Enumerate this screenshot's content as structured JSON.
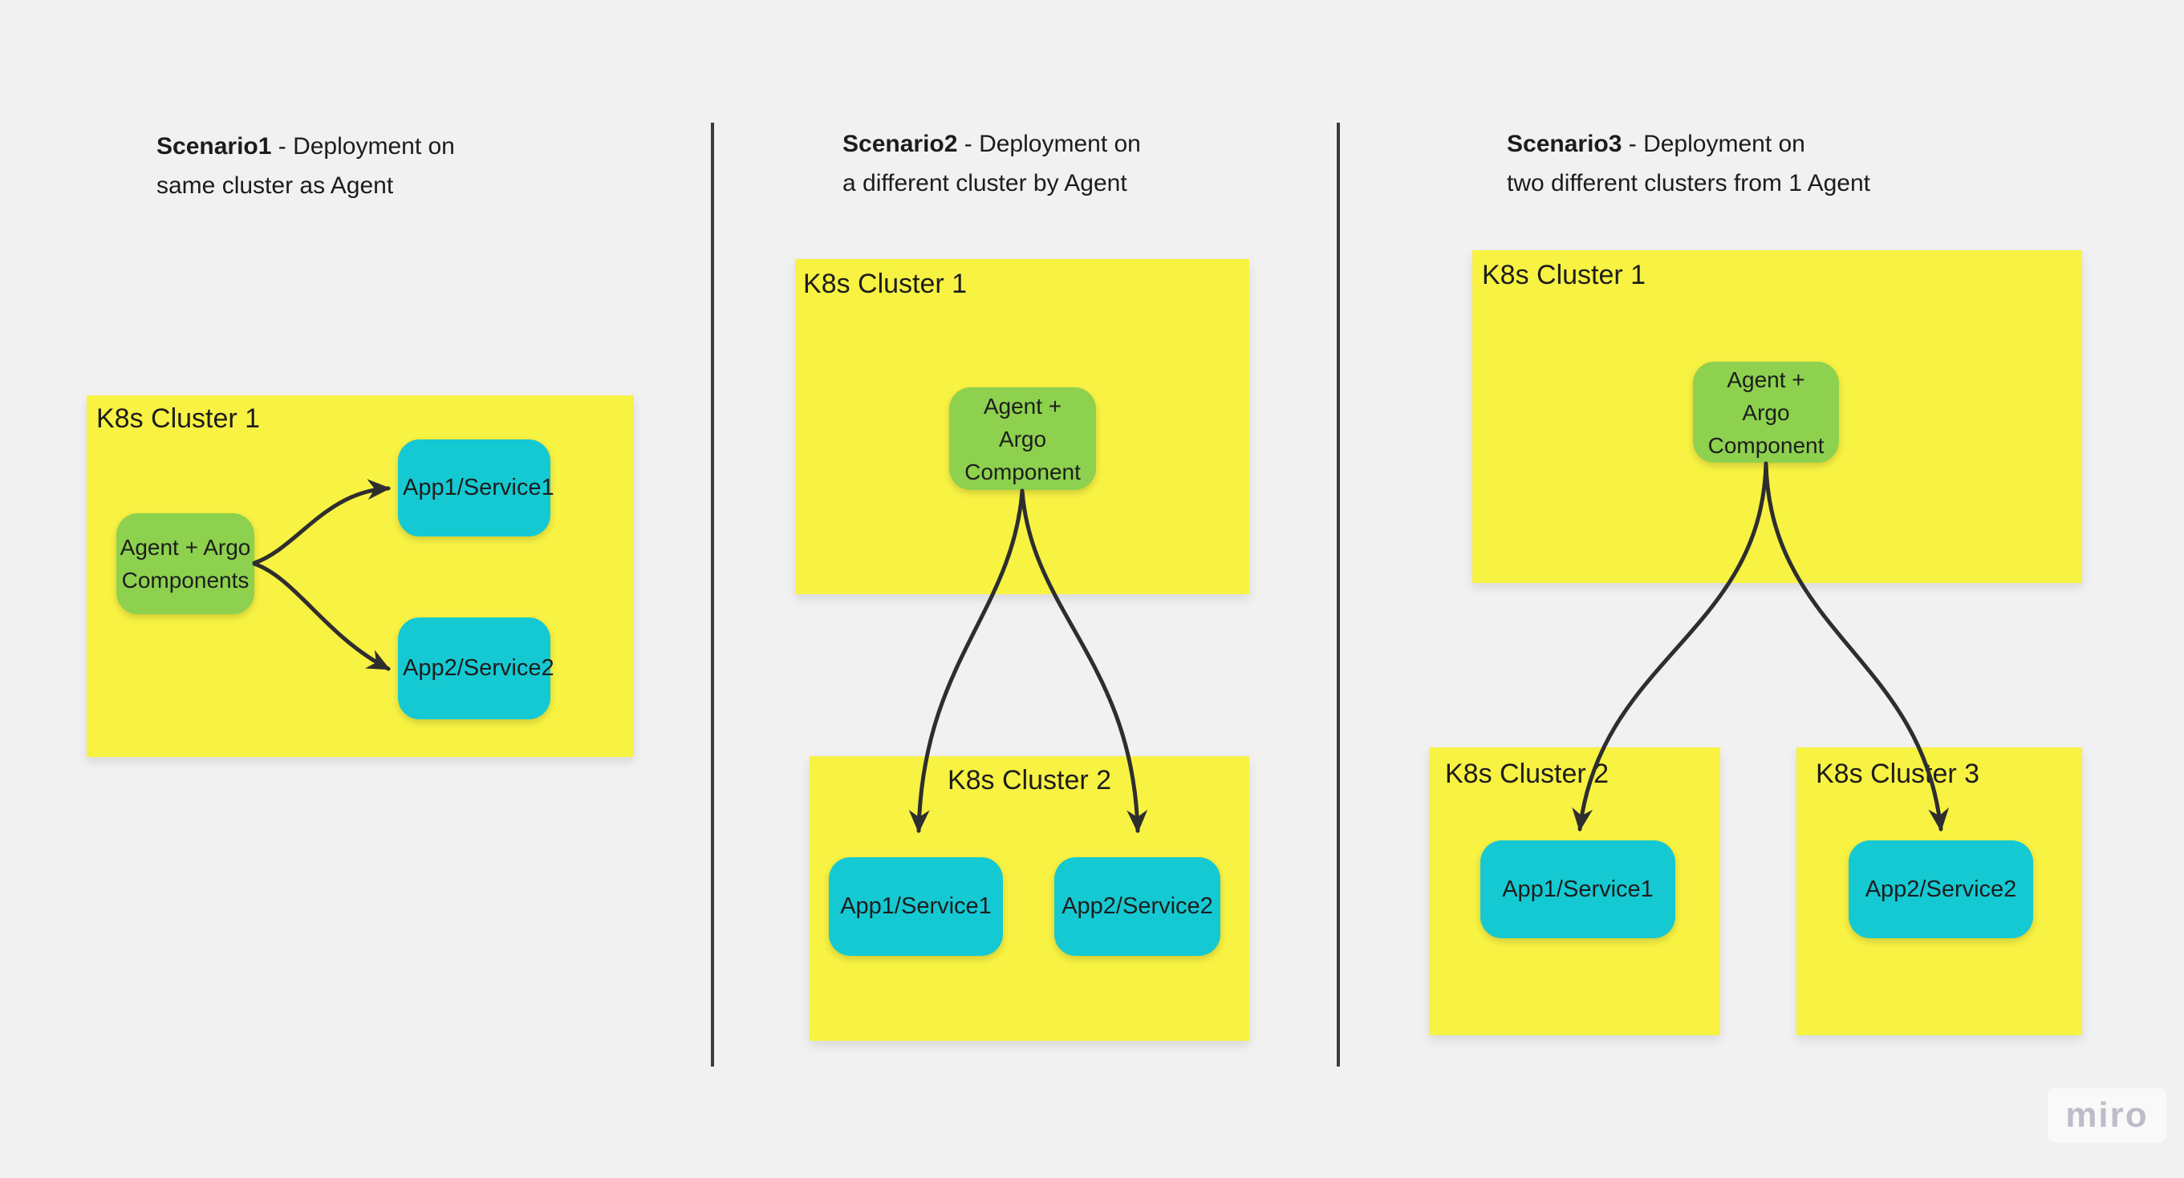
{
  "board": {
    "background": "#f1f1f2",
    "divider_color": "#3a3a3a"
  },
  "colors": {
    "cluster_yellow": "#f8f243",
    "agent_green": "#8dd14f",
    "app_cyan": "#15c9d2",
    "arrow_dark": "#2e2e2e",
    "text_dark": "#1d1d1d",
    "watermark_gray": "#bdbdc9"
  },
  "titles": {
    "s1": {
      "bold": "Scenario1",
      "line1_rest": " - Deployment on",
      "line2": "same cluster as Agent"
    },
    "s2": {
      "bold": "Scenario2",
      "line1_rest": " - Deployment on",
      "line2": "a different cluster by Agent"
    },
    "s3": {
      "bold": "Scenario3",
      "line1_rest": " - Deployment on",
      "line2": "two different clusters from 1 Agent"
    }
  },
  "s1": {
    "cluster1_label": "K8s Cluster 1",
    "agent_line1": "Agent + Argo",
    "agent_line2": "Components",
    "app1_label": "App1/Service1",
    "app2_label": "App2/Service2"
  },
  "s2": {
    "cluster1_label": "K8s Cluster 1",
    "agent_line1": "Agent +",
    "agent_line2": "Argo",
    "agent_line3": "Component",
    "cluster2_label": "K8s Cluster 2",
    "app1_label": "App1/Service1",
    "app2_label": "App2/Service2"
  },
  "s3": {
    "cluster1_label": "K8s Cluster 1",
    "agent_line1": "Agent +",
    "agent_line2": "Argo",
    "agent_line3": "Component",
    "cluster2_label": "K8s Cluster 2",
    "cluster3_label": "K8s Cluster 3",
    "app1_label": "App1/Service1",
    "app2_label": "App2/Service2"
  },
  "watermark": {
    "label": "miro"
  }
}
